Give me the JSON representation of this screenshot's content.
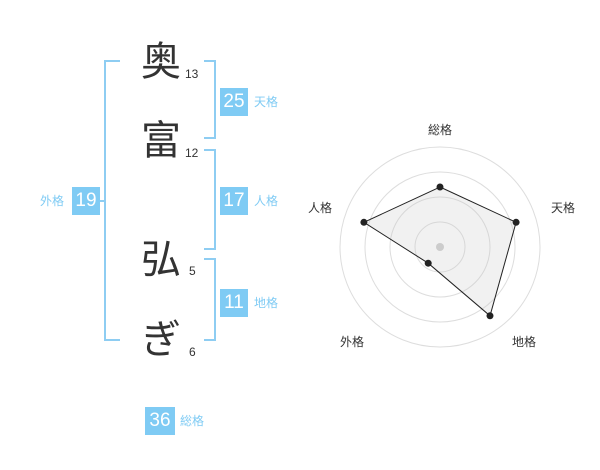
{
  "characters": [
    {
      "char": "奥",
      "strokes": "13"
    },
    {
      "char": "富",
      "strokes": "12"
    },
    {
      "char": "弘",
      "strokes": "5"
    },
    {
      "char": "ぎ",
      "strokes": "6"
    }
  ],
  "fortunes": {
    "tenkaku": {
      "value": "25",
      "label": "天格"
    },
    "jinkaku": {
      "value": "17",
      "label": "人格"
    },
    "chikaku": {
      "value": "11",
      "label": "地格"
    },
    "gaikaku": {
      "value": "19",
      "label": "外格"
    },
    "soukaku": {
      "value": "36",
      "label": "総格"
    }
  },
  "colors": {
    "accent": "#7fcbf4",
    "bracket": "#8ecdf2",
    "text": "#333333"
  },
  "chart_data": {
    "type": "radar",
    "axes": [
      "総格",
      "天格",
      "地格",
      "外格",
      "人格"
    ],
    "values": [
      0.6,
      0.8,
      0.85,
      0.2,
      0.8
    ],
    "rings": 4,
    "range": [
      0,
      1
    ]
  }
}
